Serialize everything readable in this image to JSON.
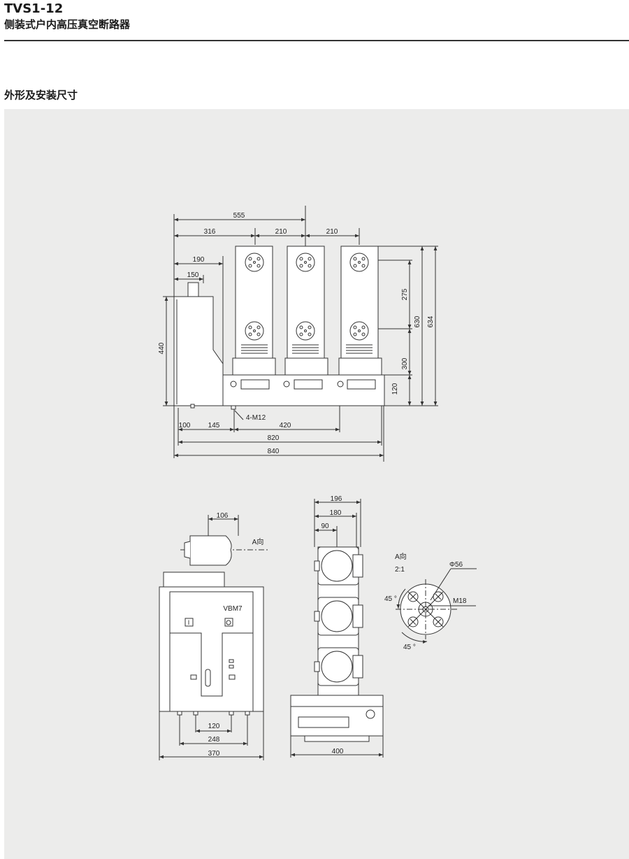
{
  "header": {
    "model": "TVS1-12",
    "product_name": "侧装式户内高压真空断路器"
  },
  "section_title": "外形及安装尺寸",
  "front_view": {
    "dims_top": {
      "d555": "555",
      "d316": "316",
      "d210a": "210",
      "d210b": "210",
      "d190": "190",
      "d150": "150"
    },
    "dims_right": {
      "d275": "275",
      "d630": "630",
      "d634": "634",
      "d300": "300",
      "d120": "120"
    },
    "dims_left": {
      "d440": "440"
    },
    "dims_bottom": {
      "d100": "100",
      "d145": "145",
      "d420": "420",
      "d820": "820",
      "d840": "840"
    },
    "bolt_label": "4-M12"
  },
  "side_view": {
    "d106": "106",
    "view_label": "A向",
    "nameplate": "VBM7",
    "on_symbol": "I",
    "off_symbol": "O",
    "d120": "120",
    "d248": "248",
    "d370": "370"
  },
  "top_view": {
    "d196": "196",
    "d180": "180",
    "d90": "90",
    "d400": "400"
  },
  "detail_a": {
    "title": "A向",
    "scale": "2:1",
    "phi": "Φ56",
    "thread": "M18",
    "angle_a": "45 °",
    "angle_b": "45 °"
  }
}
